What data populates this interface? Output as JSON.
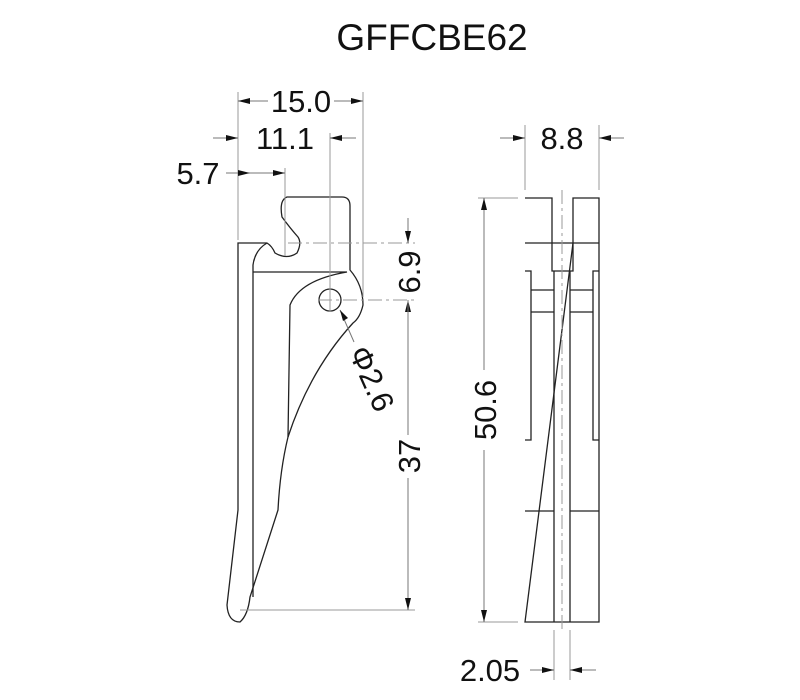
{
  "title": "GFFCBE62",
  "dimensions": {
    "overall_width": "15.0",
    "pivot_offset": "11.1",
    "hook_offset": "5.7",
    "pivot_height": "6.9",
    "hole_diameter": "Φ2.6",
    "lever_length": "37",
    "side_width": "8.8",
    "overall_height": "50.6",
    "slot_width": "2.05"
  }
}
